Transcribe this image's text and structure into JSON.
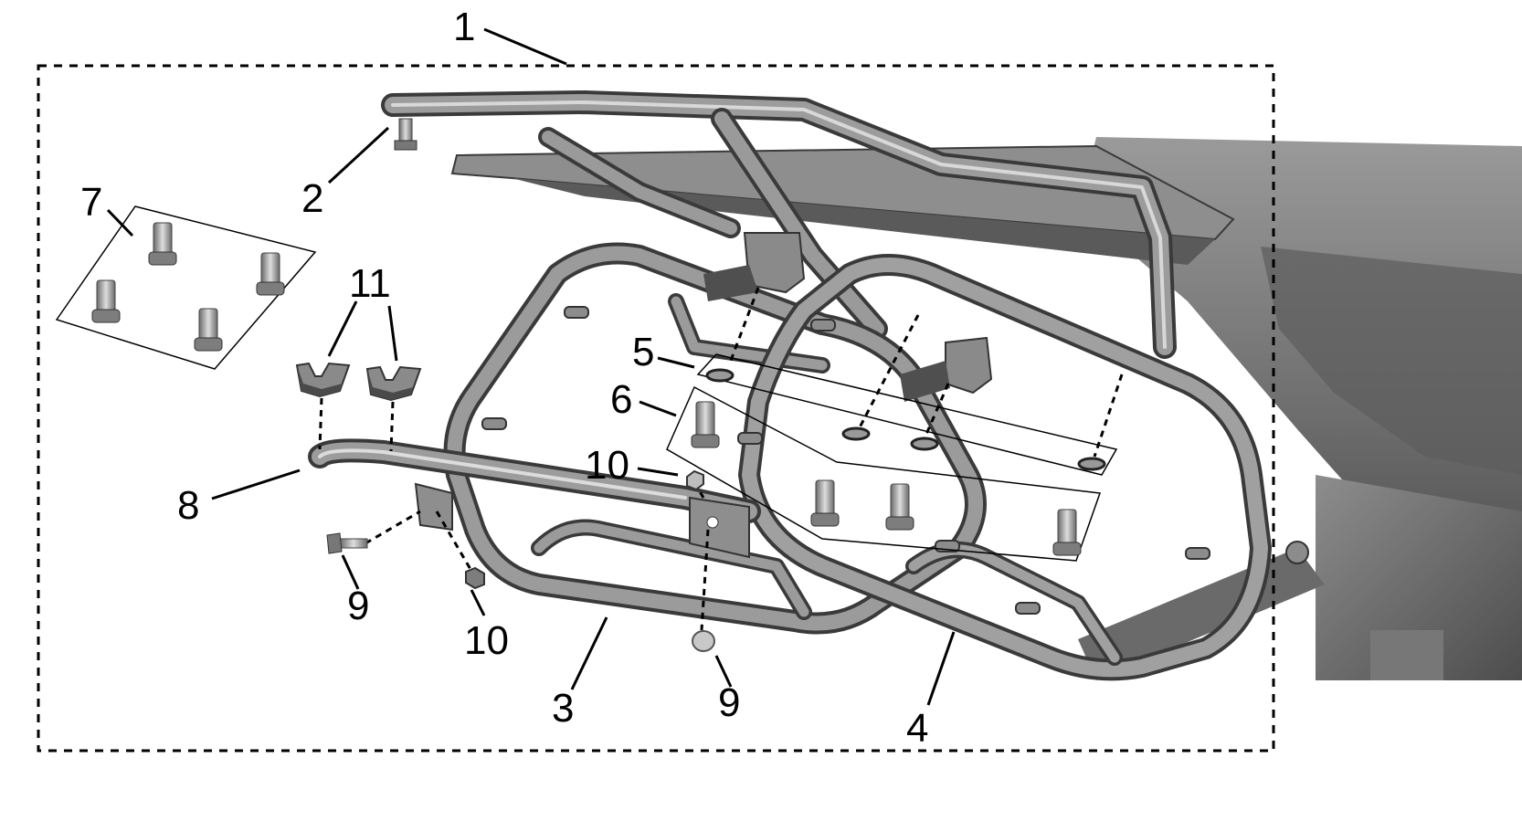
{
  "callouts": {
    "c1": "1",
    "c2": "2",
    "c3": "3",
    "c4": "4",
    "c5": "5",
    "c6": "6",
    "c7": "7",
    "c8": "8",
    "c9a": "9",
    "c9b": "9",
    "c10a": "10",
    "c10b": "10",
    "c11": "11"
  },
  "colors": {
    "tube": "#8c8c8c",
    "tube_dark": "#4a4a4a",
    "body": "#7a7a7a",
    "body_dark": "#3e3e3e",
    "line": "#000000"
  }
}
